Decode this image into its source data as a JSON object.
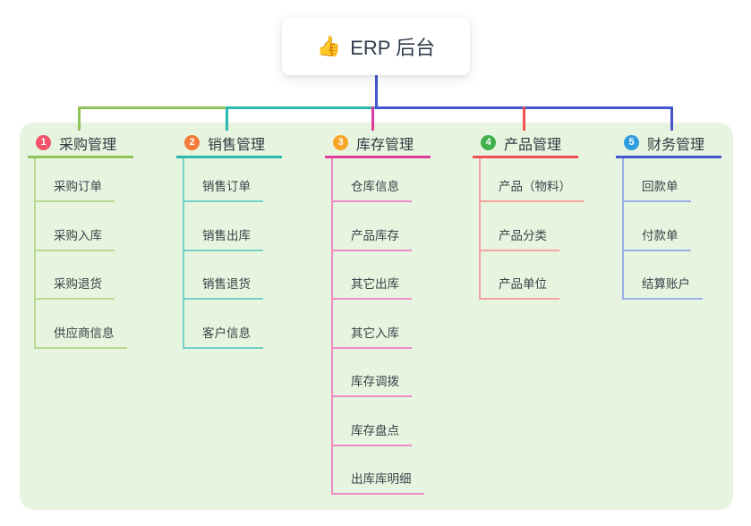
{
  "root": {
    "icon": "👍",
    "icon_name": "thumbs-up-icon",
    "title": "ERP 后台"
  },
  "branches": [
    {
      "number": "1",
      "label": "采购管理",
      "number_color": "#f4526b",
      "line_color": "#90c35a",
      "child_line_color": "#b7da92",
      "children": [
        "采购订单",
        "采购入库",
        "采购退货",
        "供应商信息"
      ]
    },
    {
      "number": "2",
      "label": "销售管理",
      "number_color": "#f5793b",
      "line_color": "#2ab9ac",
      "child_line_color": "#72d0c5",
      "children": [
        "销售订单",
        "销售出库",
        "销售退货",
        "客户信息"
      ]
    },
    {
      "number": "3",
      "label": "库存管理",
      "number_color": "#f8a527",
      "line_color": "#e13c9c",
      "child_line_color": "#ef8bc4",
      "children": [
        "仓库信息",
        "产品库存",
        "其它出库",
        "其它入库",
        "库存调拨",
        "库存盘点",
        "出库库明细"
      ]
    },
    {
      "number": "4",
      "label": "产品管理",
      "number_color": "#43b04e",
      "line_color": "#f15052",
      "child_line_color": "#f7a3a2",
      "children": [
        "产品（物料）",
        "产品分类",
        "产品单位"
      ]
    },
    {
      "number": "5",
      "label": "财务管理",
      "number_color": "#2f9ce0",
      "line_color": "#4557ce",
      "child_line_color": "#9aafe9",
      "children": [
        "回款单",
        "付款单",
        "结算账户"
      ]
    }
  ],
  "colors": {
    "page_bg": "#ffffff",
    "canvas_bg": "#e7f5e0",
    "root_connector": "#4557ce",
    "text": "#383d44"
  }
}
